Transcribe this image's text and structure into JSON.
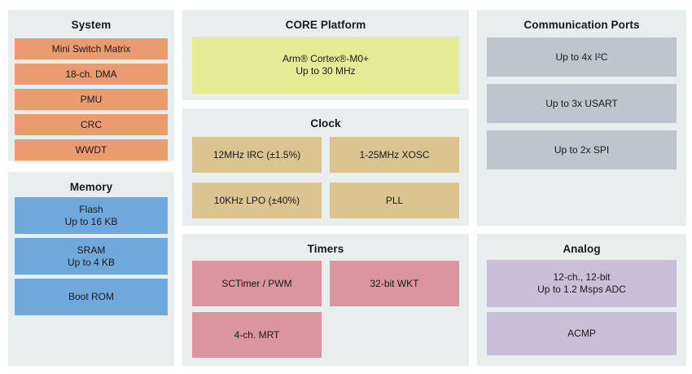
{
  "colors": {
    "panel_bg": "#E8EDEE",
    "system_block": "#EB9B70",
    "memory_block": "#6FA9DC",
    "core_block": "#E5EA95",
    "clock_block": "#DCC490",
    "timers_block": "#DB95A0",
    "comm_block": "#BEC5CC",
    "analog_block": "#C9BFD8",
    "text": "#1A1A1A"
  },
  "panels": {
    "system": {
      "title": "System",
      "blocks": [
        {
          "lines": [
            "Mini Switch Matrix"
          ]
        },
        {
          "lines": [
            "18-ch. DMA"
          ]
        },
        {
          "lines": [
            "PMU"
          ]
        },
        {
          "lines": [
            "CRC"
          ]
        },
        {
          "lines": [
            "WWDT"
          ]
        }
      ]
    },
    "memory": {
      "title": "Memory",
      "blocks": [
        {
          "lines": [
            "Flash",
            "Up to 16 KB"
          ]
        },
        {
          "lines": [
            "SRAM",
            "Up to 4 KB"
          ]
        },
        {
          "lines": [
            "Boot ROM"
          ]
        }
      ]
    },
    "core": {
      "title": "CORE Platform",
      "blocks": [
        {
          "lines": [
            "Arm® Cortex®-M0+",
            "Up to 30 MHz"
          ]
        }
      ]
    },
    "clock": {
      "title": "Clock",
      "blocks": [
        {
          "lines": [
            "12MHz IRC (±1.5%)"
          ]
        },
        {
          "lines": [
            "1-25MHz XOSC"
          ]
        },
        {
          "lines": [
            "10KHz LPO (±40%)"
          ]
        },
        {
          "lines": [
            "PLL"
          ]
        }
      ]
    },
    "timers": {
      "title": "Timers",
      "blocks": [
        {
          "lines": [
            "SCTimer / PWM"
          ]
        },
        {
          "lines": [
            "32-bit WKT"
          ]
        },
        {
          "lines": [
            "4-ch. MRT"
          ]
        }
      ]
    },
    "comm": {
      "title": "Communication Ports",
      "blocks": [
        {
          "lines": [
            "Up to 4x I²C"
          ]
        },
        {
          "lines": [
            "Up to 3x USART"
          ]
        },
        {
          "lines": [
            "Up to 2x SPI"
          ]
        }
      ]
    },
    "analog": {
      "title": "Analog",
      "blocks": [
        {
          "lines": [
            "12-ch., 12-bit",
            "Up to 1.2 Msps ADC"
          ]
        },
        {
          "lines": [
            "ACMP"
          ]
        }
      ]
    }
  }
}
